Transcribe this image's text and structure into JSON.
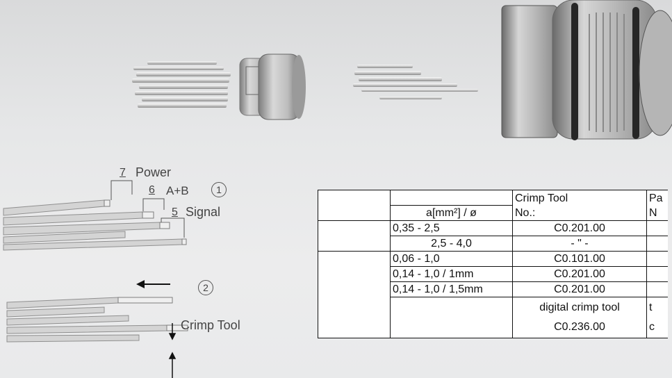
{
  "wire_labels": {
    "power_dim": "7",
    "power": "Power",
    "ab_dim": "6",
    "ab": "A+B",
    "signal_dim": "5",
    "signal": "Signal",
    "crimp_tool": "Crimp Tool"
  },
  "steps": {
    "step1": "1",
    "step2": "2"
  },
  "table": {
    "header": {
      "tool_line1": "Crimp Tool",
      "tool_line2": "No.:",
      "size_col": "a[mm²] / ø",
      "pn_line1": "Pa",
      "pn_line2": "N"
    },
    "rows": [
      {
        "size": "0,35 - 2,5",
        "tool": "C0.201.00"
      },
      {
        "size": "2,5 - 4,0",
        "tool": "- \" -"
      },
      {
        "size": "0,06 - 1,0",
        "tool": "C0.101.00"
      },
      {
        "size": "0,14 - 1,0 / 1mm",
        "tool": "C0.201.00"
      },
      {
        "size": "0,14 - 1,0 / 1,5mm",
        "tool": "C0.201.00"
      }
    ],
    "digital": {
      "line1": "digital crimp tool",
      "line2": "C0.236.00",
      "pn1": "t",
      "pn2": "c"
    }
  }
}
